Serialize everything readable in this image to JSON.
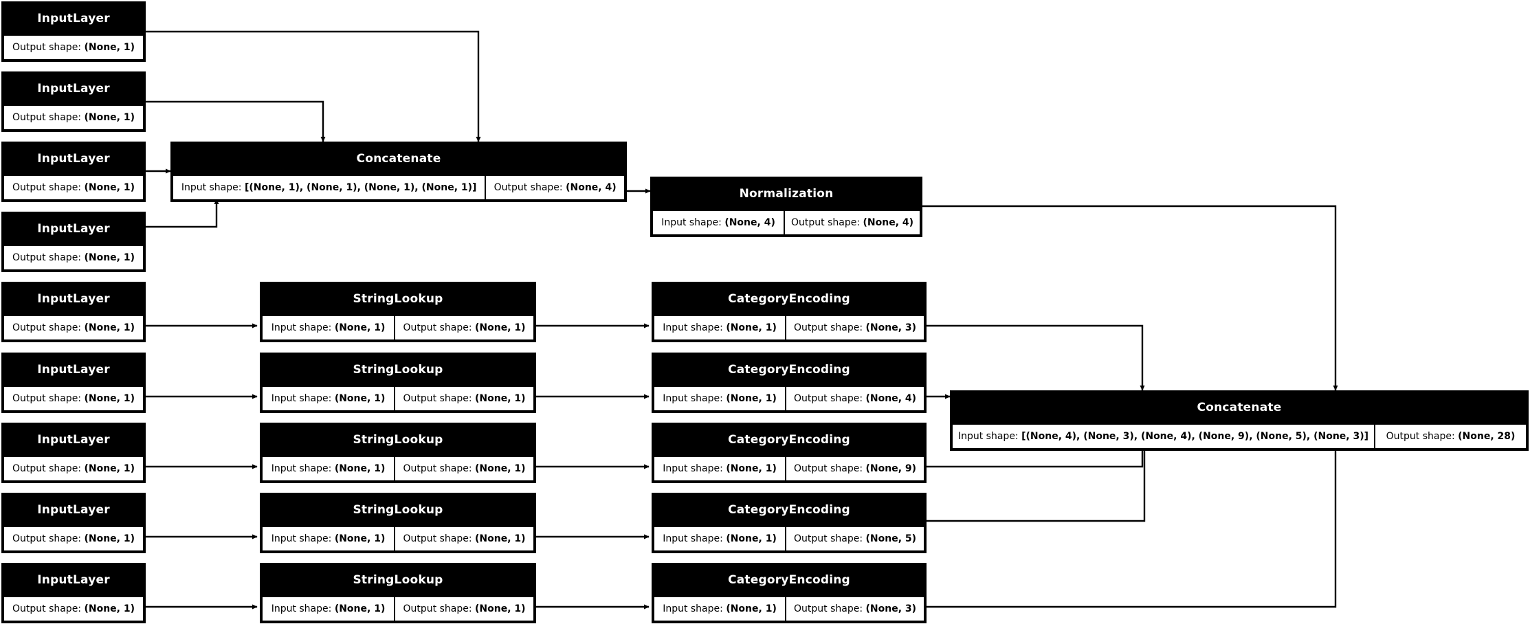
{
  "diagram": {
    "kind": "keras-model-plot",
    "bg": "#ffffff",
    "node_fill": "#000000",
    "node_text": "#ffffff",
    "shape_fill": "#ffffff",
    "shape_text": "#000000",
    "edge_color": "#000000",
    "labels": {
      "input_shape": "Input shape:",
      "output_shape": "Output shape:"
    }
  },
  "nodes": {
    "input_1": {
      "title": "InputLayer",
      "output": "(None, 1)"
    },
    "input_2": {
      "title": "InputLayer",
      "output": "(None, 1)"
    },
    "input_3": {
      "title": "InputLayer",
      "output": "(None, 1)"
    },
    "input_4": {
      "title": "InputLayer",
      "output": "(None, 1)"
    },
    "input_5": {
      "title": "InputLayer",
      "output": "(None, 1)"
    },
    "input_6": {
      "title": "InputLayer",
      "output": "(None, 1)"
    },
    "input_7": {
      "title": "InputLayer",
      "output": "(None, 1)"
    },
    "input_8": {
      "title": "InputLayer",
      "output": "(None, 1)"
    },
    "input_9": {
      "title": "InputLayer",
      "output": "(None, 1)"
    },
    "concat_num": {
      "title": "Concatenate",
      "input": "[(None, 1), (None, 1), (None, 1), (None, 1)]",
      "output": "(None, 4)"
    },
    "normalization": {
      "title": "Normalization",
      "input": "(None, 4)",
      "output": "(None, 4)"
    },
    "lookup_1": {
      "title": "StringLookup",
      "input": "(None, 1)",
      "output": "(None, 1)"
    },
    "lookup_2": {
      "title": "StringLookup",
      "input": "(None, 1)",
      "output": "(None, 1)"
    },
    "lookup_3": {
      "title": "StringLookup",
      "input": "(None, 1)",
      "output": "(None, 1)"
    },
    "lookup_4": {
      "title": "StringLookup",
      "input": "(None, 1)",
      "output": "(None, 1)"
    },
    "lookup_5": {
      "title": "StringLookup",
      "input": "(None, 1)",
      "output": "(None, 1)"
    },
    "encoding_1": {
      "title": "CategoryEncoding",
      "input": "(None, 1)",
      "output": "(None, 3)"
    },
    "encoding_2": {
      "title": "CategoryEncoding",
      "input": "(None, 1)",
      "output": "(None, 4)"
    },
    "encoding_3": {
      "title": "CategoryEncoding",
      "input": "(None, 1)",
      "output": "(None, 9)"
    },
    "encoding_4": {
      "title": "CategoryEncoding",
      "input": "(None, 1)",
      "output": "(None, 5)"
    },
    "encoding_5": {
      "title": "CategoryEncoding",
      "input": "(None, 1)",
      "output": "(None, 3)"
    },
    "concat_all": {
      "title": "Concatenate",
      "input": "[(None, 4), (None, 3), (None, 4), (None, 9), (None, 5), (None, 3)]",
      "output": "(None, 28)"
    }
  }
}
